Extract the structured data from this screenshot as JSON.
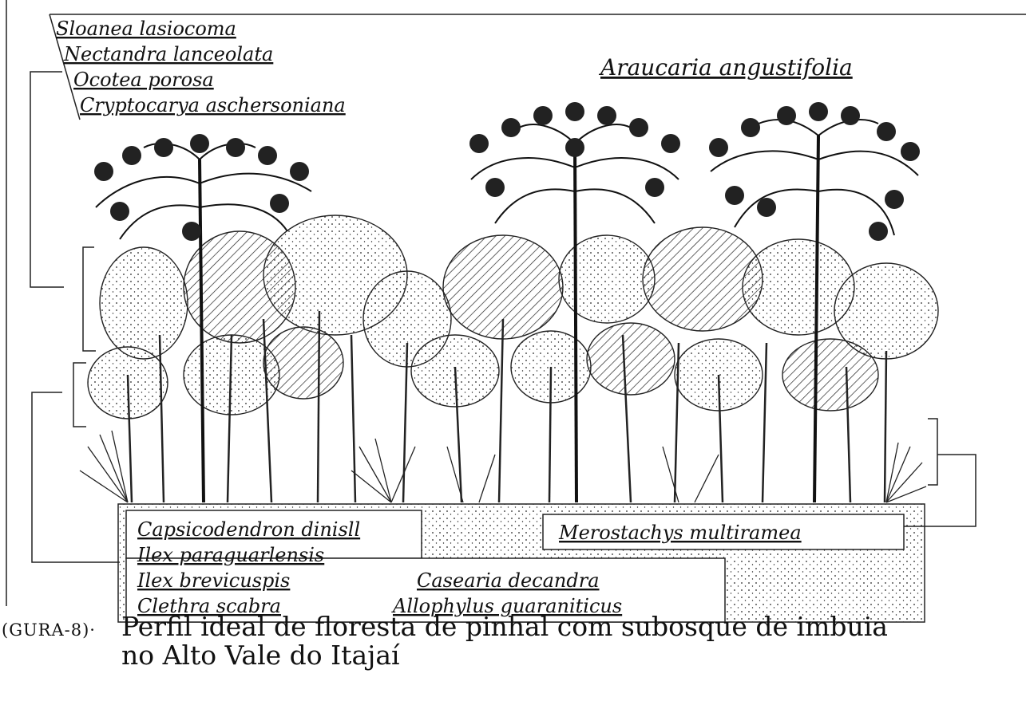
{
  "figure": {
    "species_top": [
      "Sloanea lasiocoma",
      "Nectandra lanceolata",
      "Ocotea porosa",
      "Cryptocarya aschersoniana"
    ],
    "species_emergent": "Araucaria angustifolia",
    "species_understory": [
      "Capsicodendron dinisll",
      "Ilex paraguarlensis",
      "Ilex brevicuspis",
      "Clethra scabra"
    ],
    "species_understory_right": [
      "Casearia decandra",
      "Allophylus guaraniticus"
    ],
    "species_bamboo": "Merostachys multiramea",
    "caption_number": "(GURA-8)·",
    "caption_line1": "Perfil ideal de floresta de pinhal com subosque de imbuia",
    "caption_line2": "no Alto Vale do Itajaí"
  }
}
